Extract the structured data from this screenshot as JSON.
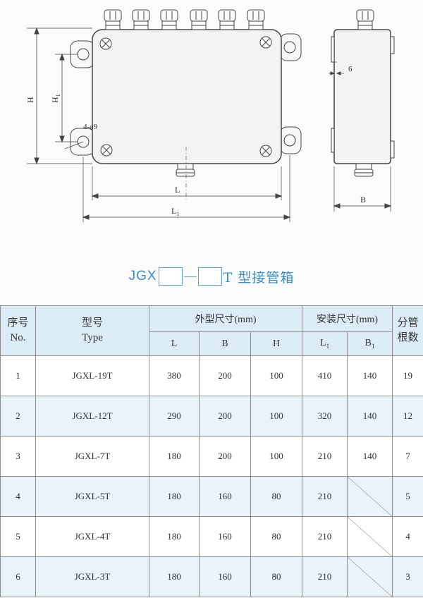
{
  "drawing": {
    "dims": {
      "H": "H",
      "H1": "H",
      "H1_sub": "1",
      "holes": "4-ø9",
      "L": "L",
      "L1": "L",
      "L1_sub": "1",
      "six": "6",
      "B": "B"
    }
  },
  "title": {
    "prefix": "JGX",
    "suffix": "T 型接管箱"
  },
  "table": {
    "headers": {
      "seq_cn": "序号",
      "seq_en": "No.",
      "model_cn": "型号",
      "model_en": "Type",
      "outer": "外型尺寸(mm)",
      "install": "安装尺寸(mm)",
      "branch_1": "分管",
      "branch_2": "根数",
      "L": "L",
      "B": "B",
      "H": "H",
      "L1": "L",
      "L1_sub": "1",
      "B1": "B",
      "B1_sub": "1"
    },
    "rows": [
      {
        "no": "1",
        "type": "JGXL-19T",
        "L": "380",
        "B": "200",
        "H": "100",
        "L1": "410",
        "B1": "140",
        "count": "19"
      },
      {
        "no": "2",
        "type": "JGXL-12T",
        "L": "290",
        "B": "200",
        "H": "100",
        "L1": "320",
        "B1": "140",
        "count": "12"
      },
      {
        "no": "3",
        "type": "JGXL-7T",
        "L": "180",
        "B": "200",
        "H": "100",
        "L1": "210",
        "B1": "140",
        "count": "7"
      },
      {
        "no": "4",
        "type": "JGXL-5T",
        "L": "180",
        "B": "160",
        "H": "80",
        "L1": "210",
        "B1": "",
        "count": "5"
      },
      {
        "no": "5",
        "type": "JGXL-4T",
        "L": "180",
        "B": "160",
        "H": "80",
        "L1": "210",
        "B1": "",
        "count": "4"
      },
      {
        "no": "6",
        "type": "JGXL-3T",
        "L": "180",
        "B": "160",
        "H": "80",
        "L1": "210",
        "B1": "",
        "count": "3"
      }
    ]
  },
  "colors": {
    "accent": "#3a8fc8",
    "header_bg": "#dcecf7",
    "row_shade": "#e9f3fa"
  }
}
